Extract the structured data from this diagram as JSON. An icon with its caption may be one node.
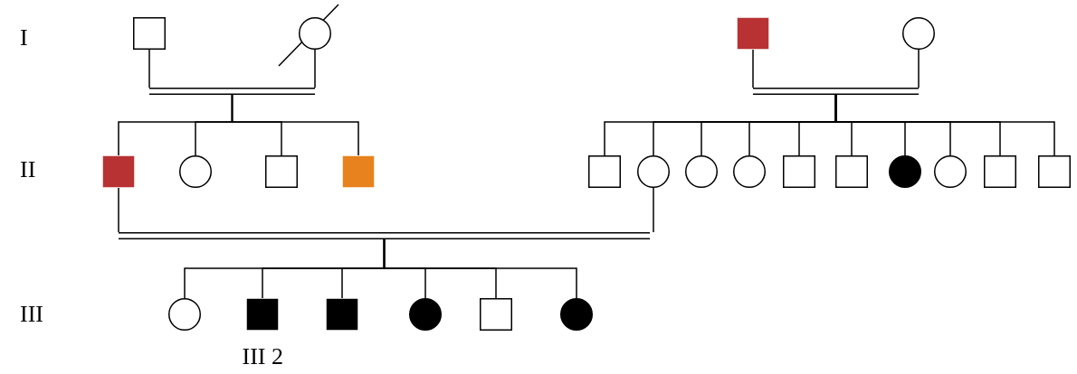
{
  "diagram": {
    "nodes": [
      {
        "text": [],
        "shape": "box"
      },
      {
        "text": [],
        "shape": "circle"
      },
      {
        "text": [],
        "shape": "box"
      },
      {
        "text": [],
        "shape": "circle"
      },
      {
        "text": [],
        "shape": "bar"
      },
      {
        "text": [],
        "shape": "bar"
      },
      {
        "text": [],
        "shape": "box"
      },
      {
        "text": [],
        "shape": "circle"
      },
      {
        "text": [],
        "shape": "box"
      },
      {
        "text": [],
        "shape": "box"
      },
      {
        "text": [],
        "shape": "box"
      },
      {
        "text": [],
        "shape": "circle"
      },
      {
        "text": [],
        "shape": "circle"
      },
      {
        "text": [],
        "shape": "circle"
      },
      {
        "text": [],
        "shape": "box"
      },
      {
        "text": [],
        "shape": "box"
      },
      {
        "text": [],
        "shape": "circle"
      },
      {
        "text": [],
        "shape": "circle"
      },
      {
        "text": [],
        "shape": "box"
      },
      {
        "text": [],
        "shape": "box"
      },
      {
        "text": [],
        "shape": "bar"
      },
      {
        "text": [],
        "shape": "circle"
      },
      {
        "text": [],
        "shape": "box",
        "beside": [
          "III 2"
        ]
      },
      {
        "text": [],
        "shape": "box"
      },
      {
        "text": [],
        "shape": "circle"
      },
      {
        "text": [],
        "shape": "box"
      },
      {
        "text": [],
        "shape": "circle"
      }
    ],
    "edges": [
      {
        "from": 0,
        "to": 4,
        "arrow": "none"
      },
      {
        "from": 1,
        "to": 4,
        "arrow": "none"
      },
      {
        "from": 2,
        "to": 5,
        "arrow": "none"
      },
      {
        "from": 3,
        "to": 5,
        "arrow": "none"
      },
      {
        "from": 4,
        "to": 6,
        "arrow": "none"
      },
      {
        "from": 4,
        "to": 7,
        "arrow": "none"
      },
      {
        "from": 4,
        "to": 8,
        "arrow": "none"
      },
      {
        "from": 4,
        "to": 9,
        "arrow": "none"
      },
      {
        "from": 5,
        "to": 10,
        "arrow": "none"
      },
      {
        "from": 5,
        "to": 11,
        "arrow": "none"
      },
      {
        "from": 5,
        "to": 12,
        "arrow": "none"
      },
      {
        "from": 5,
        "to": 13,
        "arrow": "none"
      },
      {
        "from": 5,
        "to": 14,
        "arrow": "none"
      },
      {
        "from": 5,
        "to": 15,
        "arrow": "none"
      },
      {
        "from": 5,
        "to": 16,
        "arrow": "none"
      },
      {
        "from": 5,
        "to": 17,
        "arrow": "none"
      },
      {
        "from": 5,
        "to": 18,
        "arrow": "none"
      },
      {
        "from": 5,
        "to": 19,
        "arrow": "none"
      },
      {
        "from": 6,
        "to": 20,
        "arrow": "none"
      },
      {
        "from": 11,
        "to": 20,
        "arrow": "none"
      },
      {
        "from": 20,
        "to": 21,
        "arrow": "none"
      },
      {
        "from": 20,
        "to": 22,
        "arrow": "none"
      },
      {
        "from": 20,
        "to": 23,
        "arrow": "none"
      },
      {
        "from": 20,
        "to": 24,
        "arrow": "none"
      },
      {
        "from": 20,
        "to": 25,
        "arrow": "none"
      },
      {
        "from": 20,
        "to": 26,
        "arrow": "none"
      }
    ],
    "labels": [
      "I",
      "II",
      "III"
    ]
  }
}
